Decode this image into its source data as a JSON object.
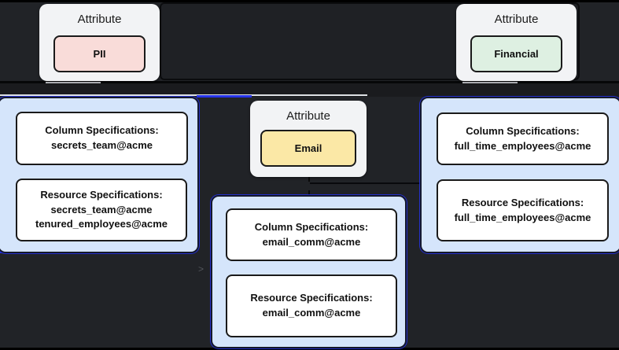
{
  "attributes": {
    "pii": {
      "title": "Attribute",
      "tag": "PII"
    },
    "financial": {
      "title": "Attribute",
      "tag": "Financial"
    },
    "email": {
      "title": "Attribute",
      "tag": "Email"
    }
  },
  "groups": {
    "left": {
      "column_title": "Column Specifications:",
      "column_value": "secrets_team@acme",
      "resource_title": "Resource Specifications:",
      "resource_value1": "secrets_team@acme",
      "resource_value2": "tenured_employees@acme"
    },
    "center": {
      "column_title": "Column Specifications:",
      "column_value": "email_comm@acme",
      "resource_title": "Resource Specifications:",
      "resource_value1": "email_comm@acme"
    },
    "right": {
      "column_title": "Column Specifications:",
      "column_value": "full_time_employees@acme",
      "resource_title": "Resource Specifications:",
      "resource_value1": "full_time_employees@acme"
    }
  },
  "glyphs": {
    "chevron": ">"
  },
  "colors": {
    "background": "#212327",
    "attribute_card": "#f2f3f5",
    "pii_fill": "#f9dcd9",
    "financial_fill": "#def0e2",
    "email_fill": "#fbe8a6",
    "group_fill": "#d5e5fb",
    "group_ring": "#2633e8",
    "edge_blue": "#2633e8",
    "box_border": "#1a1a1a"
  }
}
